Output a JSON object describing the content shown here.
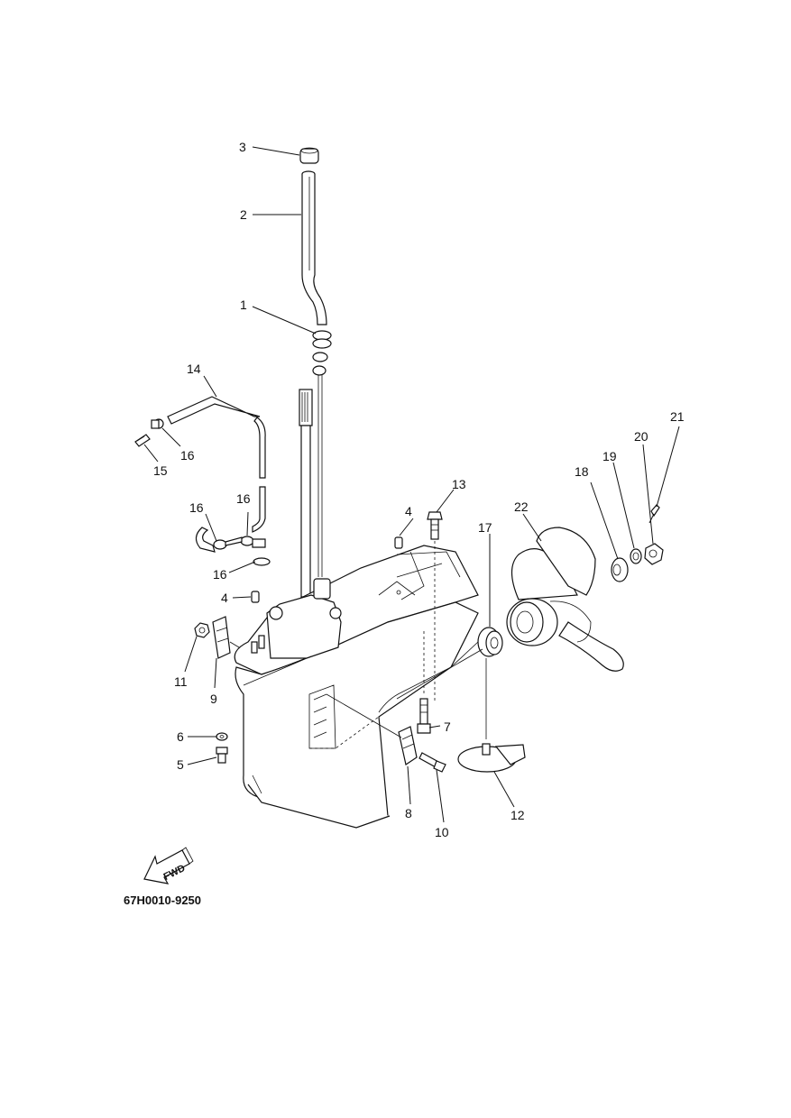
{
  "diagram": {
    "code": "67H0010-9250",
    "fwd_label": "FWD",
    "callouts": {
      "c1": "1",
      "c2": "2",
      "c3": "3",
      "c4a": "4",
      "c4b": "4",
      "c5": "5",
      "c6": "6",
      "c7": "7",
      "c8": "8",
      "c9": "9",
      "c10": "10",
      "c11": "11",
      "c12": "12",
      "c13": "13",
      "c14": "14",
      "c15": "15",
      "c16a": "16",
      "c16b": "16",
      "c16c": "16",
      "c16d": "16",
      "c17": "17",
      "c18": "18",
      "c19": "19",
      "c20": "20",
      "c21": "21",
      "c22": "22"
    }
  }
}
